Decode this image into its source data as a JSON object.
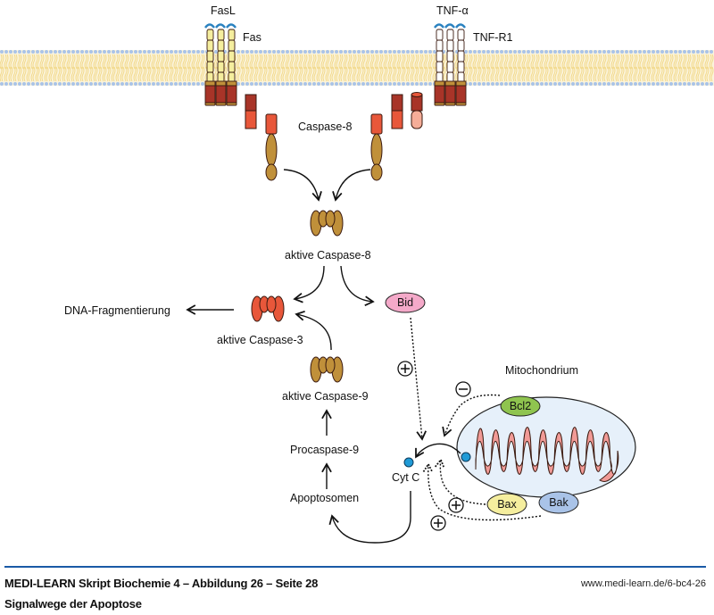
{
  "diagram": {
    "title": "Signalwege der Apoptose",
    "labels": {
      "fasl": "FasL",
      "fas": "Fas",
      "tnf_alpha": "TNF-α",
      "tnf_r1": "TNF-R1",
      "caspase8": "Caspase-8",
      "aktive_caspase8": "aktive Caspase-8",
      "aktive_caspase3": "aktive Caspase-3",
      "dna_fragmentierung": "DNA-Fragmentierung",
      "bid": "Bid",
      "aktive_caspase9": "aktive Caspase-9",
      "procaspase9": "Procaspase-9",
      "apoptosomen": "Apoptosomen",
      "cyt_c": "Cyt C",
      "mitochondrium": "Mitochondrium",
      "bcl2": "Bcl2",
      "bax": "Bax",
      "bak": "Bak",
      "plus": "+",
      "minus": "−"
    },
    "colors": {
      "membrane_head": "#a9c3e8",
      "membrane_tail": "#f2d98a",
      "fas_receptor": "#f5ee9e",
      "tnf_receptor": "#ffffff",
      "ligand": "#2a82c0",
      "death_domain": "#a83428",
      "adaptor": "#e8573a",
      "adaptor_light": "#f5ad98",
      "caspase8": "#c0903a",
      "caspase3": "#e8573a",
      "bid": "#f4a9c9",
      "bcl2": "#8fc44f",
      "bax": "#f5ee9e",
      "bak": "#a9c3e8",
      "mito_outer": "#e6f0fa",
      "mito_inner": "#f19a96",
      "cyt_c": "#1f9ad6",
      "footer_rule": "#1a5aa6"
    }
  },
  "footer": {
    "source": "MEDI-LEARN Skript Biochemie 4 – Abbildung 26 – Seite 28",
    "caption": "Signalwege der Apoptose",
    "url": "www.medi-learn.de/6-bc4-26"
  }
}
